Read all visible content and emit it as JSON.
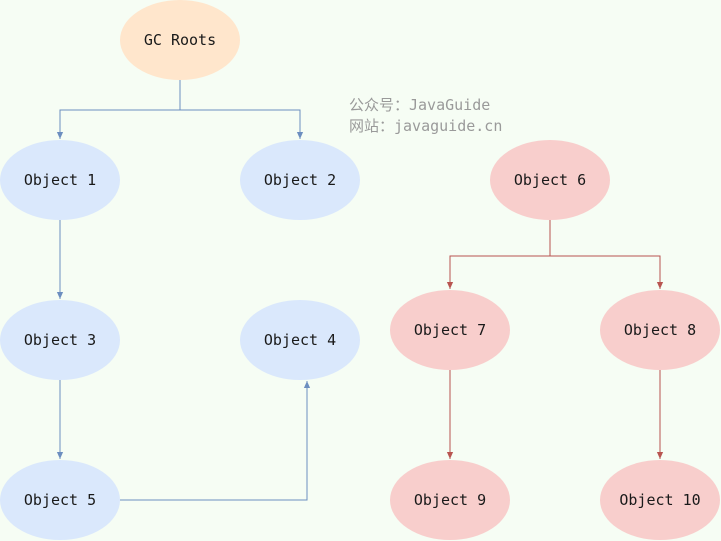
{
  "watermark": {
    "line1": "公众号：JavaGuide",
    "line2": "网站：javaguide.cn"
  },
  "colors": {
    "background": "#f6fdf4",
    "root_fill": "#ffe6cc",
    "reachable_fill": "#dae8fc",
    "reachable_edge": "#6c8ebf",
    "unreachable_fill": "#f8cecc",
    "unreachable_edge": "#b85450"
  },
  "nodes": [
    {
      "id": "gc-roots",
      "label": "GC Roots",
      "kind": "root"
    },
    {
      "id": "object-1",
      "label": "Object 1",
      "kind": "reachable"
    },
    {
      "id": "object-2",
      "label": "Object 2",
      "kind": "reachable"
    },
    {
      "id": "object-3",
      "label": "Object 3",
      "kind": "reachable"
    },
    {
      "id": "object-4",
      "label": "Object 4",
      "kind": "reachable"
    },
    {
      "id": "object-5",
      "label": "Object 5",
      "kind": "reachable"
    },
    {
      "id": "object-6",
      "label": "Object 6",
      "kind": "unreachable"
    },
    {
      "id": "object-7",
      "label": "Object 7",
      "kind": "unreachable"
    },
    {
      "id": "object-8",
      "label": "Object 8",
      "kind": "unreachable"
    },
    {
      "id": "object-9",
      "label": "Object 9",
      "kind": "unreachable"
    },
    {
      "id": "object-10",
      "label": "Object 10",
      "kind": "unreachable"
    }
  ],
  "edges": [
    {
      "from": "gc-roots",
      "to": "object-1"
    },
    {
      "from": "gc-roots",
      "to": "object-2"
    },
    {
      "from": "object-1",
      "to": "object-3"
    },
    {
      "from": "object-3",
      "to": "object-5"
    },
    {
      "from": "object-5",
      "to": "object-4"
    },
    {
      "from": "object-6",
      "to": "object-7"
    },
    {
      "from": "object-6",
      "to": "object-8"
    },
    {
      "from": "object-7",
      "to": "object-9"
    },
    {
      "from": "object-8",
      "to": "object-10"
    }
  ]
}
